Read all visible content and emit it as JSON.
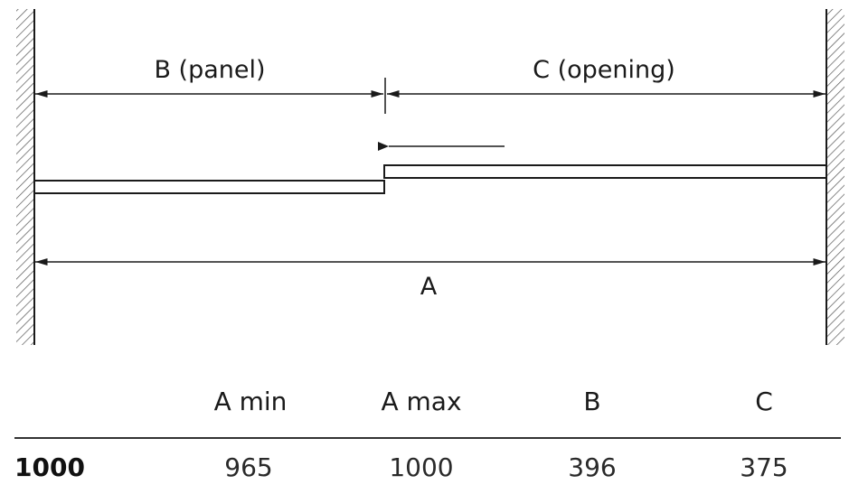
{
  "diagram": {
    "label_b": "B (panel)",
    "label_c": "C (opening)",
    "label_a": "A"
  },
  "table": {
    "headers": [
      "A min",
      "A max",
      "B",
      "C"
    ],
    "rows": [
      {
        "label": "1000",
        "values": [
          "965",
          "1000",
          "396",
          "375"
        ]
      }
    ]
  }
}
